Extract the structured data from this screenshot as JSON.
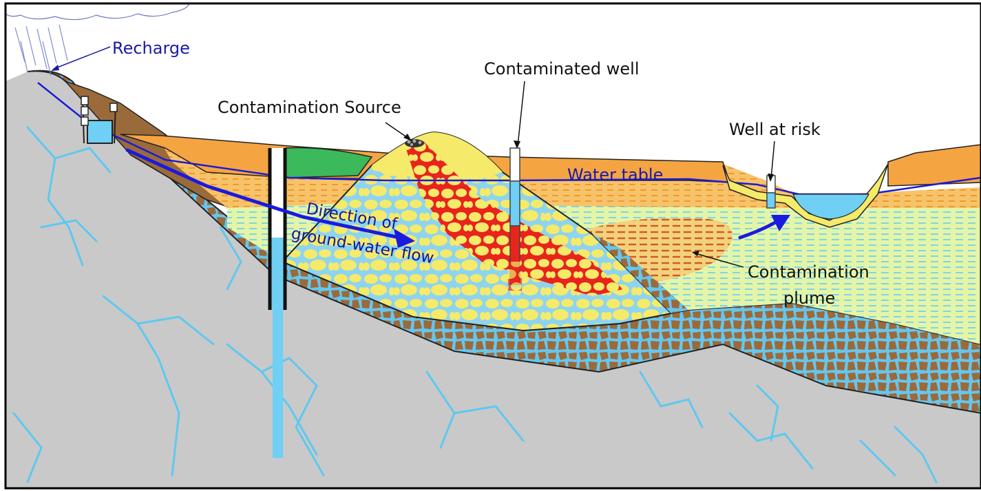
{
  "labels": {
    "recharge": "Recharge",
    "contamination_source": "Contamination Source",
    "contaminated_well": "Contaminated well",
    "well_at_risk": "Well at risk",
    "water_table": "Water table",
    "flow_line1": "Direction of",
    "flow_line2": "ground-water flow",
    "plume_line1": "Contamination",
    "plume_line2": "plume"
  },
  "colors": {
    "bedrock": "#c9c9c9",
    "fracture": "#5ec8f0",
    "weathered_rock": "#9b6a3a",
    "aquifer_gravel": "#f5ea6a",
    "contaminant": "#e8241c",
    "topsoil": "#f5a442",
    "grass": "#3cb95a",
    "water": "#6fcff5",
    "green_sediment": "#dff3a6",
    "flow_arrow": "#1a1ae0",
    "label_dark": "#111111",
    "label_blue": "#1a1aa6"
  },
  "icons": [
    "rain-cloud-icon",
    "flow-arrow-icon",
    "discharge-arrow-icon"
  ]
}
